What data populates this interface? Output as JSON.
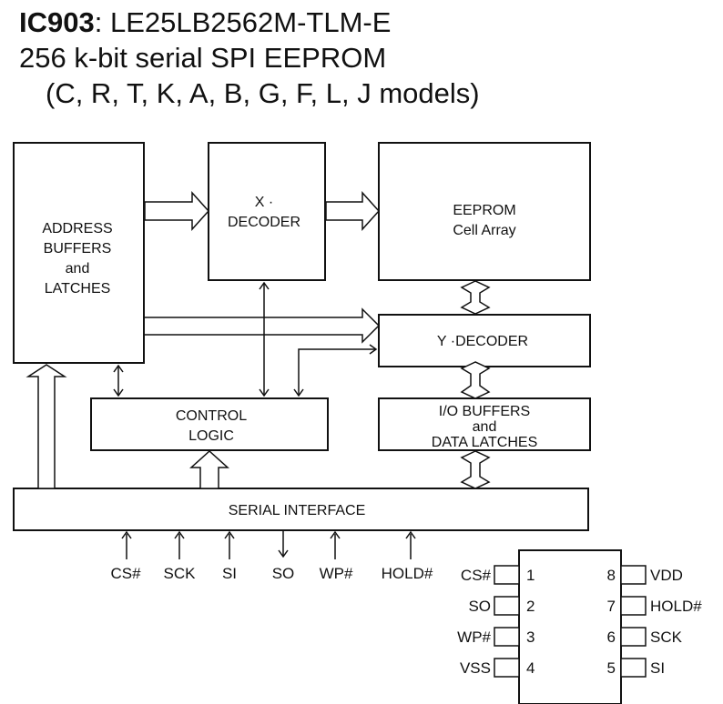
{
  "title": {
    "part_id": "IC903",
    "part_name": ": LE25LB2562M-TLM-E",
    "description": "256 k-bit serial SPI EEPROM",
    "models": "(C, R, T, K, A, B, G, F, L, J models)"
  },
  "blocks": {
    "address_buffers": [
      "ADDRESS",
      "BUFFERS",
      "and",
      "LATCHES"
    ],
    "x_decoder": [
      "X ·",
      "DECODER"
    ],
    "eeprom": [
      "EEPROM",
      "Cell Array"
    ],
    "y_decoder": "Y ·DECODER",
    "control_logic": [
      "CONTROL",
      "LOGIC"
    ],
    "io_buffers": [
      "I/O BUFFERS",
      "and",
      "DATA LATCHES"
    ],
    "serial_interface": "SERIAL INTERFACE"
  },
  "signals": [
    "CS#",
    "SCK",
    "SI",
    "SO",
    "WP#",
    "HOLD#"
  ],
  "package": {
    "left_pins": [
      {
        "num": "1",
        "name": "CS#"
      },
      {
        "num": "2",
        "name": "SO"
      },
      {
        "num": "3",
        "name": "WP#"
      },
      {
        "num": "4",
        "name": "VSS"
      }
    ],
    "right_pins": [
      {
        "num": "8",
        "name": "VDD"
      },
      {
        "num": "7",
        "name": "HOLD#"
      },
      {
        "num": "6",
        "name": "SCK"
      },
      {
        "num": "5",
        "name": "SI"
      }
    ]
  }
}
